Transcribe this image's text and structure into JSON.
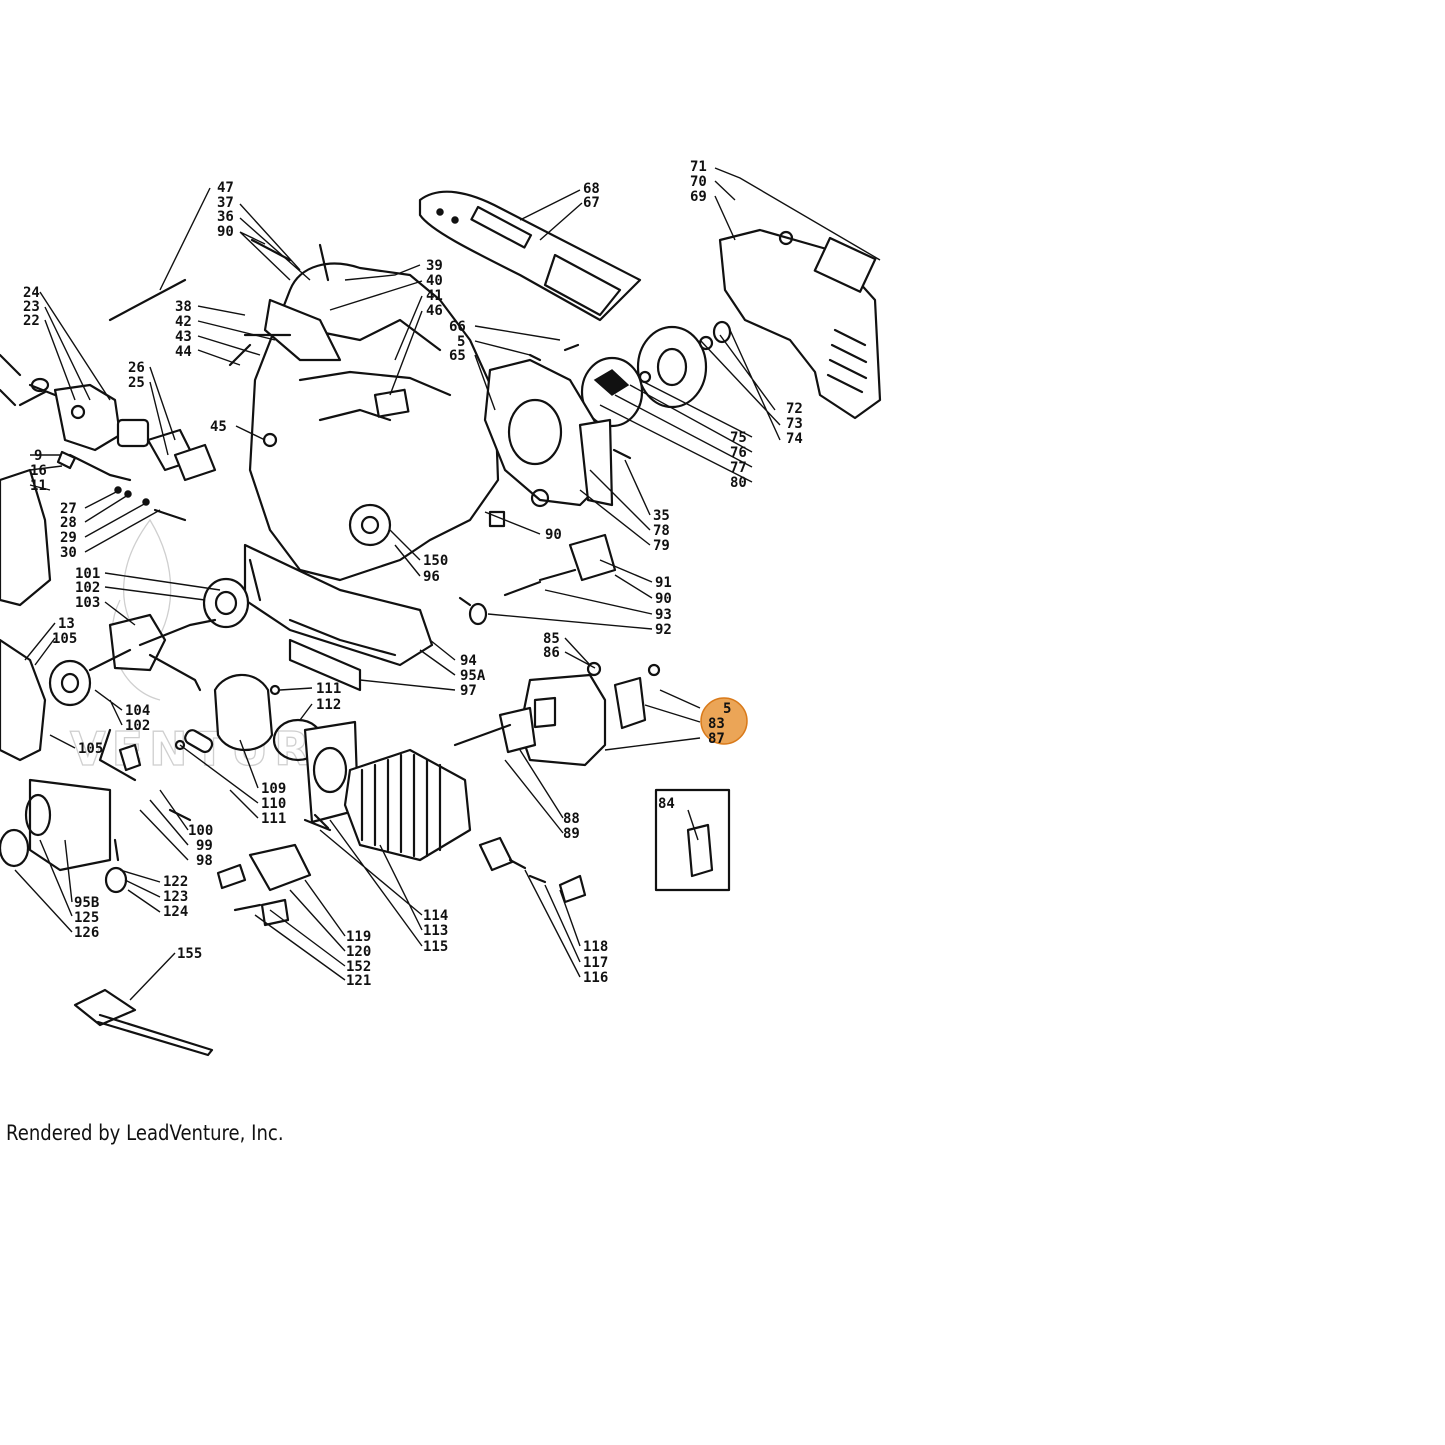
{
  "credit": "Rendered by LeadVenture, Inc.",
  "watermark": "VENTURE",
  "highlight_color": "#e8953a",
  "callouts": {
    "c47": "47",
    "c37": "37",
    "c36": "36",
    "c90a": "90",
    "c68": "68",
    "c67": "67",
    "c71": "71",
    "c70": "70",
    "c69": "69",
    "c24": "24",
    "c23": "23",
    "c22": "22",
    "c39": "39",
    "c40": "40",
    "c41": "41",
    "c46": "46",
    "c38": "38",
    "c42": "42",
    "c43": "43",
    "c44": "44",
    "c66": "66",
    "c5a": "5",
    "c65": "65",
    "c26": "26",
    "c25": "25",
    "c72": "72",
    "c73": "73",
    "c74": "74",
    "c45": "45",
    "c75": "75",
    "c76": "76",
    "c77": "77",
    "c80": "80",
    "c9": "9",
    "c16": "16",
    "c11": "11",
    "c27": "27",
    "c28": "28",
    "c29": "29",
    "c30": "30",
    "c35": "35",
    "c78": "78",
    "c79": "79",
    "c90b": "90",
    "c150": "150",
    "c96": "96",
    "c101": "101",
    "c102a": "102",
    "c103": "103",
    "c91": "91",
    "c90c": "90",
    "c93": "93",
    "c92": "92",
    "c13": "13",
    "c105a": "105",
    "c85": "85",
    "c86": "86",
    "c94": "94",
    "c95a": "95A",
    "c97": "97",
    "c111a": "111",
    "c112": "112",
    "c104": "104",
    "c102b": "102",
    "c5b": "5",
    "c83": "83",
    "c87": "87",
    "c105b": "105",
    "c109": "109",
    "c110": "110",
    "c111b": "111",
    "c84": "84",
    "c88": "88",
    "c89": "89",
    "c100": "100",
    "c99": "99",
    "c98": "98",
    "c122": "122",
    "c123": "123",
    "c124": "124",
    "c95b": "95B",
    "c125": "125",
    "c126": "126",
    "c114": "114",
    "c113": "113",
    "c115": "115",
    "c118": "118",
    "c117": "117",
    "c116": "116",
    "c119": "119",
    "c120": "120",
    "c152": "152",
    "c121": "121",
    "c155": "155"
  }
}
